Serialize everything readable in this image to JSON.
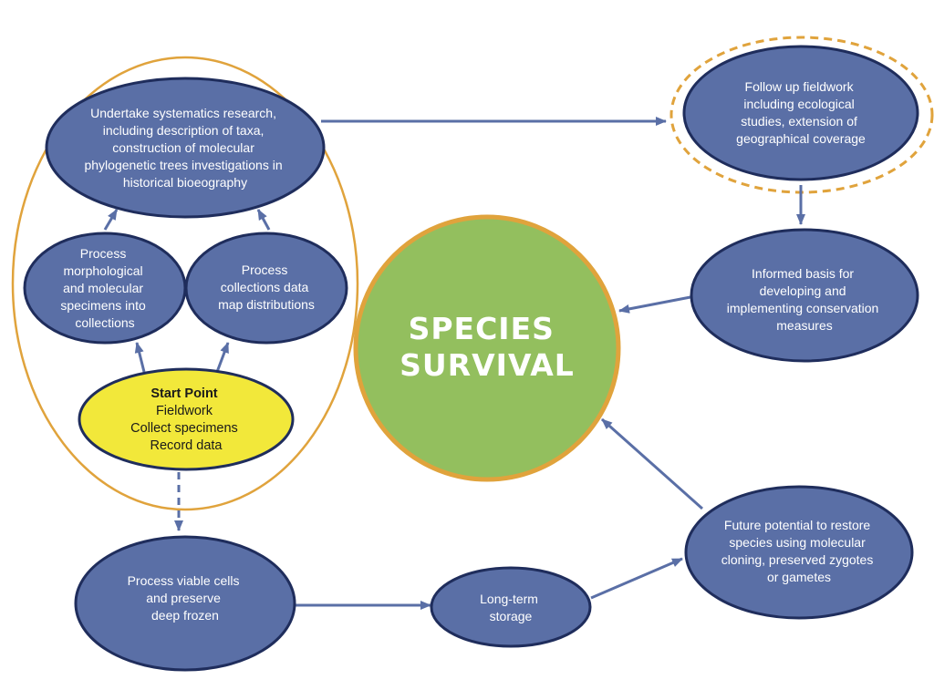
{
  "colors": {
    "node_fill": "#5a6fa6",
    "node_stroke": "#1f2d5c",
    "arrow": "#5a6fa6",
    "group_outline": "#e0a33c",
    "start_fill": "#f2e83a",
    "center_fill": "#93bf5e",
    "center_stroke": "#e0a33c"
  },
  "nodes": {
    "research": [
      "Undertake systematics research,",
      "including description of taxa,",
      "construction of molecular",
      "phylogenetic trees investigations in",
      "historical bioeography"
    ],
    "process_morph": [
      "Process",
      "morphological",
      "and molecular",
      "specimens into",
      "collections"
    ],
    "process_data": [
      "Process",
      "collections data",
      "map distributions"
    ],
    "start": {
      "title": "Start Point",
      "lines": [
        "Fieldwork",
        "Collect specimens",
        "Record data"
      ]
    },
    "followup": [
      "Follow up fieldwork",
      "including ecological",
      "studies, extension of",
      "geographical coverage"
    ],
    "informed": [
      "Informed basis for",
      "developing and",
      "implementing conservation",
      "measures"
    ],
    "center": [
      "SPECIES",
      "SURVIVAL"
    ],
    "viable": [
      "Process viable cells",
      "and preserve",
      "deep frozen"
    ],
    "storage": [
      "Long-term",
      "storage"
    ],
    "future": [
      "Future potential to restore",
      "species using molecular",
      "cloning, preserved zygotes",
      "or gametes"
    ]
  }
}
